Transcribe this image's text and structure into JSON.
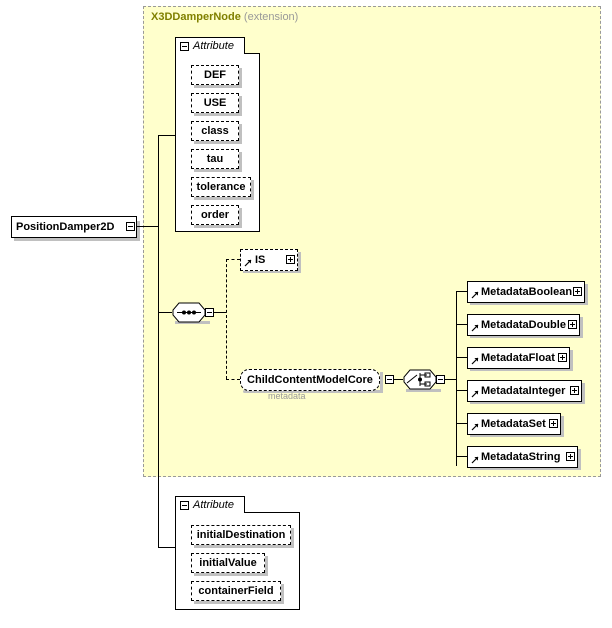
{
  "diagram": {
    "type": "xml-schema-diagram",
    "root": {
      "label": "PositionDamper2D",
      "expander": "minus"
    },
    "extension": {
      "name": "X3DDamperNode",
      "qualifier": "(extension)",
      "fill_color": "#ffffcc",
      "border_color": "#999999",
      "title_color": "#808000"
    },
    "attribute_group_top": {
      "tab_label": "Attribute",
      "expander": "minus",
      "attributes": [
        {
          "name": "DEF"
        },
        {
          "name": "USE"
        },
        {
          "name": "class"
        },
        {
          "name": "tau"
        },
        {
          "name": "tolerance"
        },
        {
          "name": "order"
        }
      ]
    },
    "sequence": {
      "kind": "sequence",
      "expander": "minus"
    },
    "branches": [
      {
        "label": "IS",
        "style": "dashed",
        "expander": "plus",
        "arrow": true
      },
      {
        "label": "ChildContentModelCore",
        "style": "rounded-dashed",
        "expander": "minus",
        "sublabel": "metadata"
      }
    ],
    "choice": {
      "kind": "choice",
      "expander": "minus"
    },
    "metadata_nodes": [
      {
        "label": "MetadataBoolean",
        "expander": "plus",
        "arrow": true
      },
      {
        "label": "MetadataDouble",
        "expander": "plus",
        "arrow": true
      },
      {
        "label": "MetadataFloat",
        "expander": "plus",
        "arrow": true
      },
      {
        "label": "MetadataInteger",
        "expander": "plus",
        "arrow": true
      },
      {
        "label": "MetadataSet",
        "expander": "plus",
        "arrow": true
      },
      {
        "label": "MetadataString",
        "expander": "plus",
        "arrow": true
      }
    ],
    "attribute_group_bottom": {
      "tab_label": "Attribute",
      "expander": "minus",
      "attributes": [
        {
          "name": "initialDestination"
        },
        {
          "name": "initialValue"
        },
        {
          "name": "containerField"
        }
      ]
    }
  }
}
